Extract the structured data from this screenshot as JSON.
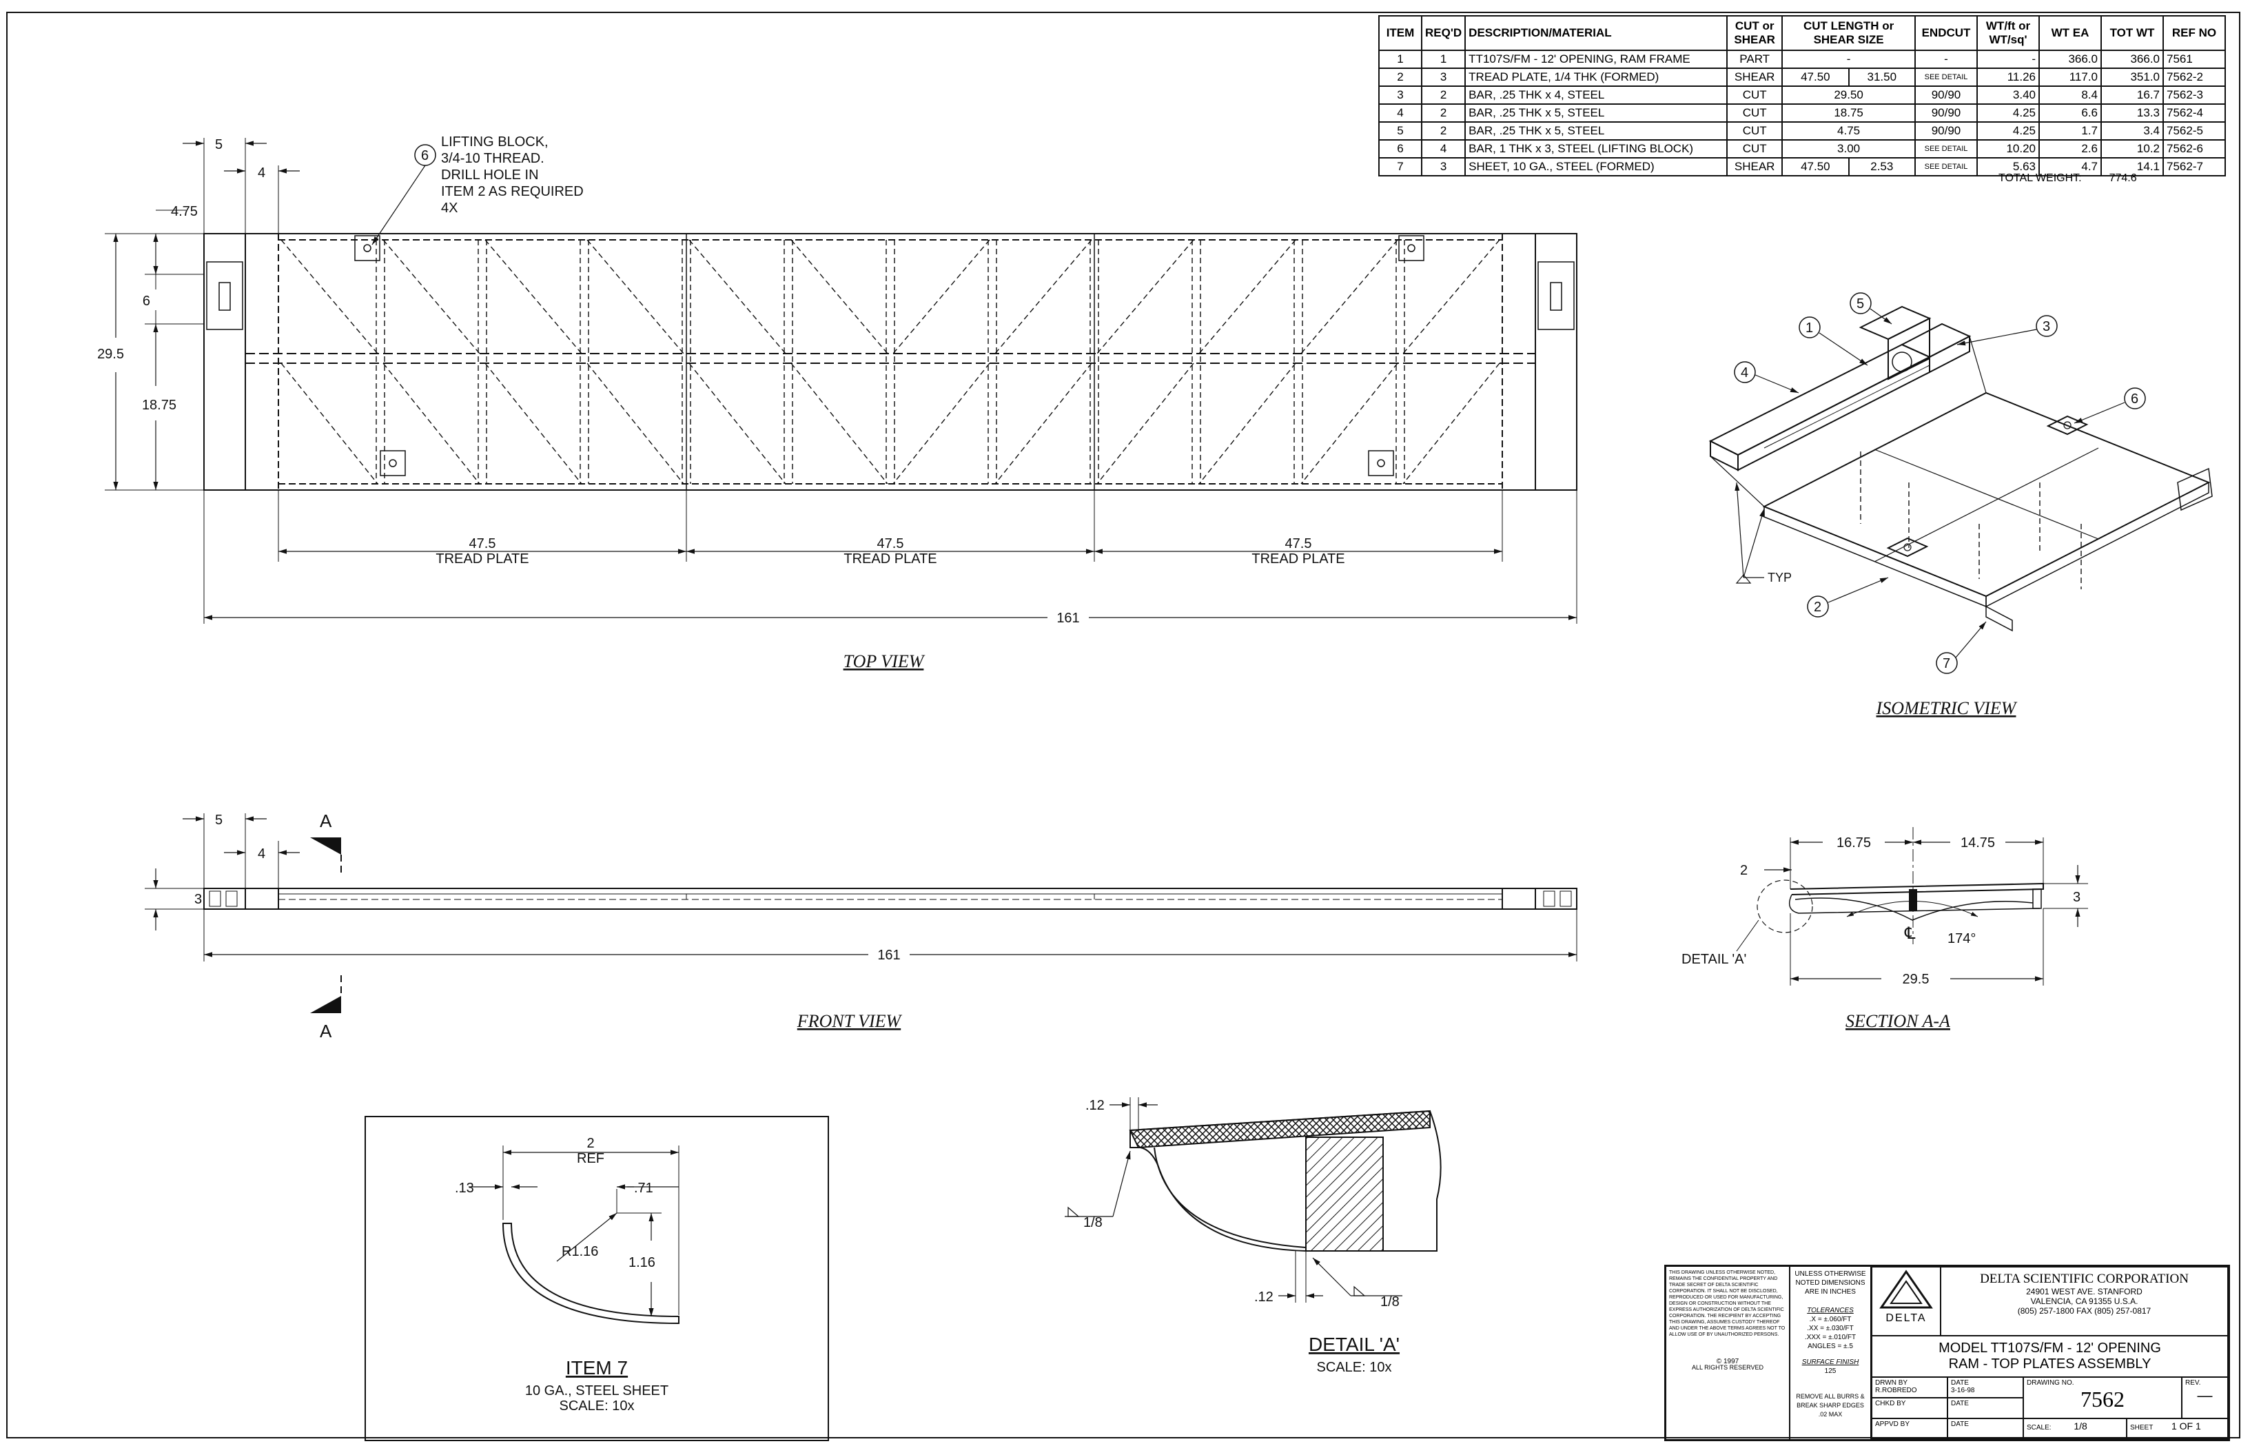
{
  "bom": {
    "headers": [
      "ITEM",
      "REQ'D",
      "DESCRIPTION/MATERIAL",
      "CUT or SHEAR",
      "CUT LENGTH or SHEAR SIZE",
      "ENDCUT",
      "WT/ft or WT/sq'",
      "WT EA",
      "TOT WT",
      "REF NO"
    ],
    "rows": [
      {
        "item": "1",
        "req": "1",
        "desc": "TT107S/FM - 12' OPENING, RAM FRAME",
        "cut": "PART",
        "len1": "-",
        "len2": "",
        "end": "-",
        "wtft": "-",
        "wtea": "366.0",
        "totwt": "366.0",
        "ref": "7561"
      },
      {
        "item": "2",
        "req": "3",
        "desc": "TREAD PLATE, 1/4 THK (FORMED)",
        "cut": "SHEAR",
        "len1": "47.50",
        "len2": "31.50",
        "end": "SEE DETAIL",
        "wtft": "11.26",
        "wtea": "117.0",
        "totwt": "351.0",
        "ref": "7562-2"
      },
      {
        "item": "3",
        "req": "2",
        "desc": "BAR, .25 THK x 4, STEEL",
        "cut": "CUT",
        "len1": "29.50",
        "len2": "",
        "end": "90/90",
        "wtft": "3.40",
        "wtea": "8.4",
        "totwt": "16.7",
        "ref": "7562-3"
      },
      {
        "item": "4",
        "req": "2",
        "desc": "BAR, .25 THK x 5, STEEL",
        "cut": "CUT",
        "len1": "18.75",
        "len2": "",
        "end": "90/90",
        "wtft": "4.25",
        "wtea": "6.6",
        "totwt": "13.3",
        "ref": "7562-4"
      },
      {
        "item": "5",
        "req": "2",
        "desc": "BAR, .25 THK x 5, STEEL",
        "cut": "CUT",
        "len1": "4.75",
        "len2": "",
        "end": "90/90",
        "wtft": "4.25",
        "wtea": "1.7",
        "totwt": "3.4",
        "ref": "7562-5"
      },
      {
        "item": "6",
        "req": "4",
        "desc": "BAR, 1 THK x 3, STEEL (LIFTING BLOCK)",
        "cut": "CUT",
        "len1": "3.00",
        "len2": "",
        "end": "SEE DETAIL",
        "wtft": "10.20",
        "wtea": "2.6",
        "totwt": "10.2",
        "ref": "7562-6"
      },
      {
        "item": "7",
        "req": "3",
        "desc": "SHEET, 10 GA., STEEL (FORMED)",
        "cut": "SHEAR",
        "len1": "47.50",
        "len2": "2.53",
        "end": "SEE DETAIL",
        "wtft": "5.63",
        "wtea": "4.7",
        "totwt": "14.1",
        "ref": "7562-7"
      }
    ],
    "total_label": "TOTAL WEIGHT:",
    "total_value": "774.6"
  },
  "top_view": {
    "title": "TOP VIEW",
    "note_balloon": "6",
    "note": [
      "LIFTING BLOCK,",
      "3/4-10 THREAD.",
      "DRILL HOLE IN",
      "ITEM 2 AS REQUIRED",
      "4X"
    ],
    "dim_5": "5",
    "dim_4": "4",
    "dim_475": "4.75",
    "dim_6": "6",
    "dim_295": "29.5",
    "dim_1875": "18.75",
    "tread_dim": "47.5",
    "tread_label": "TREAD PLATE",
    "overall": "161"
  },
  "front_view": {
    "title": "FRONT VIEW",
    "dim_5": "5",
    "dim_4": "4",
    "dim_3": "3",
    "overall": "161",
    "section_letter": "A"
  },
  "iso_view": {
    "title": "ISOMETRIC VIEW",
    "balloons": [
      "1",
      "2",
      "3",
      "4",
      "5",
      "6",
      "7"
    ],
    "typ": "TYP"
  },
  "section_aa": {
    "title": "SECTION A-A",
    "dim_1675": "16.75",
    "dim_1475": "14.75",
    "dim_2": "2",
    "dim_3": "3",
    "angle": "174°",
    "dim_295": "29.5",
    "detail_ref": "DETAIL 'A'",
    "cl": "℄"
  },
  "item7": {
    "title": "ITEM 7",
    "sub1": "10 GA., STEEL SHEET",
    "sub2": "SCALE: 10x",
    "dim_2": "2",
    "ref": "REF",
    "dim_13": ".13",
    "dim_71": ".71",
    "radius": "R1.16",
    "dim_116": "1.16"
  },
  "detail_a": {
    "title": "DETAIL 'A'",
    "scale": "SCALE: 10x",
    "dim_12a": ".12",
    "dim_12b": ".12",
    "weld1": "1/8",
    "weld2": "1/8"
  },
  "title_block": {
    "notice": "THIS DRAWING UNLESS OTHERWISE NOTED, REMAINS THE CONFIDENTIAL PROPERTY AND TRADE SECRET OF DELTA SCIENTIFIC CORPORATION. IT SHALL NOT BE DISCLOSED, REPRODUCED OR USED FOR MANUFACTURING, DESIGN OR CONSTRUCTION WITHOUT THE EXPRESS AUTHORIZATION OF DELTA SCIENTIFIC CORPORATION. THE RECIPIENT BY ACCEPTING THIS DRAWING, ASSUMES CUSTODY THEREOF AND UNDER THE ABOVE TERMS AGREES NOT TO ALLOW USE OF BY UNAUTHORIZED PERSONS.",
    "copyright": "© 1997",
    "rights": "ALL RIGHTS RESERVED",
    "units": "UNLESS OTHERWISE NOTED DIMENSIONS ARE IN INCHES",
    "tol_title": "TOLERANCES",
    "tol1": ".X = ±.060/FT",
    "tol2": ".XX = ±.030/FT",
    "tol3": ".XXX = ±.010/FT",
    "tol4": "ANGLES = ±.5",
    "finish_label": "SURFACE FINISH",
    "finish": "125",
    "burrs": "REMOVE ALL BURRS & BREAK SHARP EDGES .02 MAX",
    "logo_text": "DELTA",
    "company": "DELTA SCIENTIFIC CORPORATION",
    "addr1": "24901 WEST AVE. STANFORD",
    "addr2": "VALENCIA, CA 91355 U.S.A.",
    "phone": "(805) 257-1800 FAX (805) 257-0817",
    "title1": "MODEL TT107S/FM - 12' OPENING",
    "title2": "RAM - TOP PLATES ASSEMBLY",
    "drawn_label": "DRWN BY",
    "drawn": "R.ROBREDO",
    "date_label": "DATE",
    "drawn_date": "3-16-98",
    "chkd_label": "CHKD BY",
    "apprvd_label": "APPVD BY",
    "dwg_label": "DRAWING NO.",
    "dwg_no": "7562",
    "rev_label": "REV.",
    "rev": "—",
    "scale_label": "SCALE:",
    "scale": "1/8",
    "sheet_label": "SHEET",
    "sheet": "1 OF 1"
  }
}
